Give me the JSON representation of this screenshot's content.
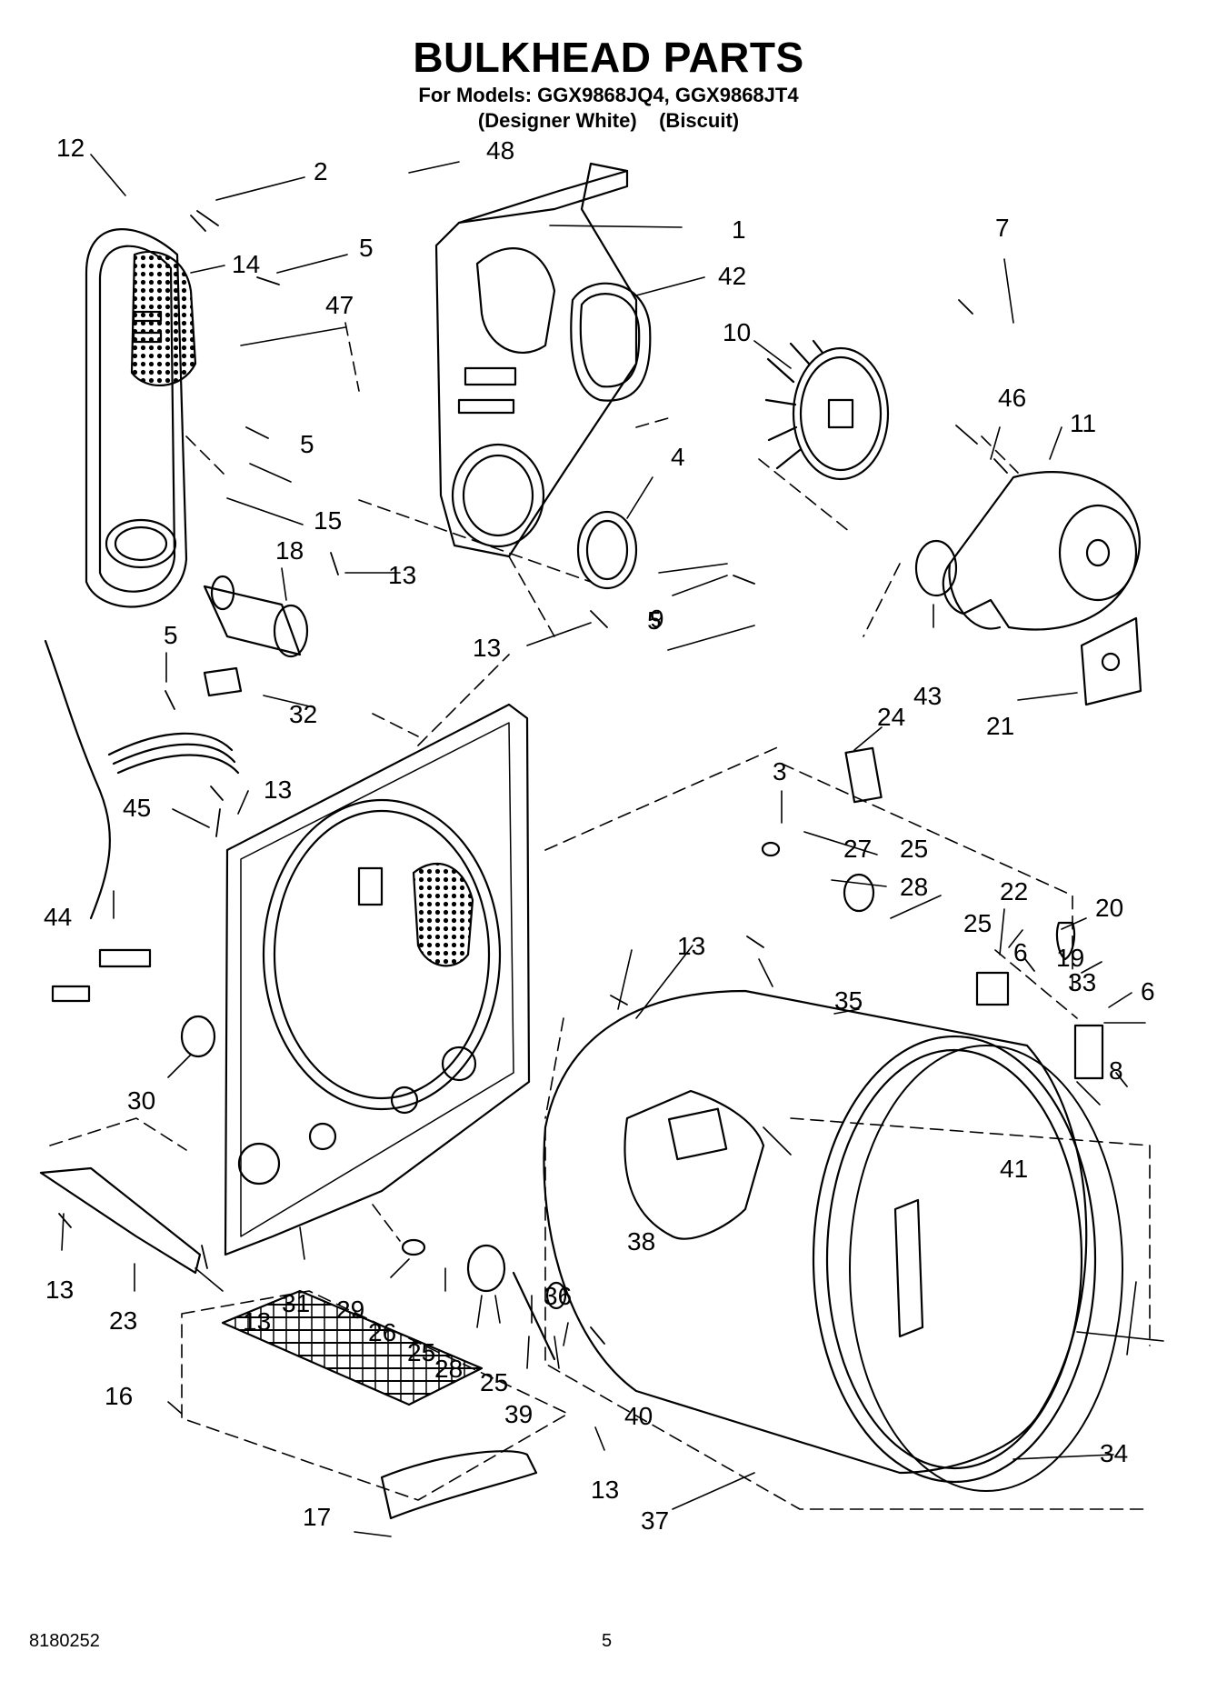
{
  "header": {
    "title": "BULKHEAD PARTS",
    "models_line": "For Models: GGX9868JQ4, GGX9868JT4",
    "variants_line": "(Designer White)    (Biscuit)"
  },
  "callouts": [
    "12",
    "2",
    "48",
    "1",
    "5",
    "14",
    "47",
    "42",
    "7",
    "10",
    "46",
    "11",
    "4",
    "5",
    "15",
    "13",
    "18",
    "5",
    "9",
    "43",
    "13",
    "5",
    "21",
    "32",
    "24",
    "3",
    "13",
    "27",
    "25",
    "45",
    "28",
    "22",
    "20",
    "44",
    "25",
    "6",
    "19",
    "13",
    "33",
    "35",
    "6",
    "30",
    "8",
    "38",
    "41",
    "13",
    "23",
    "13",
    "31",
    "29",
    "26",
    "25",
    "28",
    "25",
    "36",
    "16",
    "39",
    "40",
    "34",
    "13",
    "17",
    "37"
  ],
  "footer": {
    "doc_number": "8180252",
    "page_number": "5"
  }
}
